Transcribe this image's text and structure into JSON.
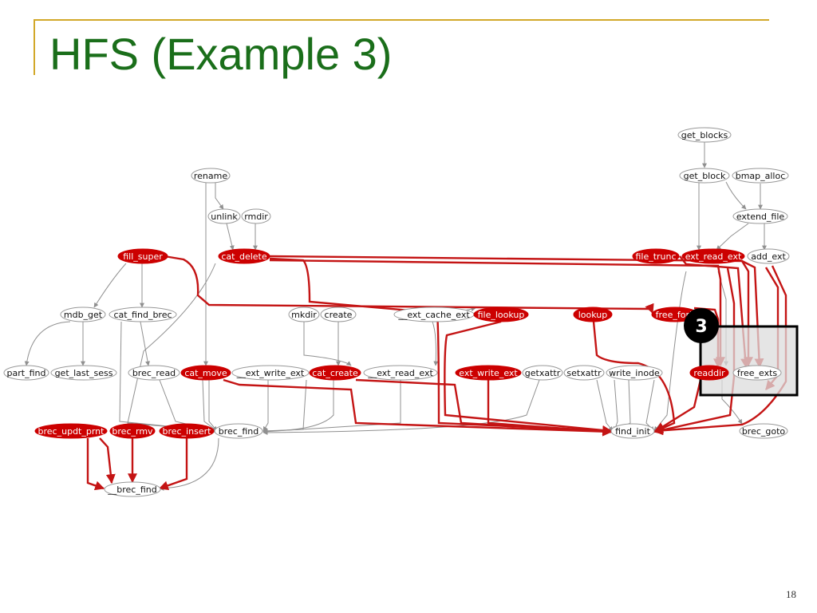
{
  "slide": {
    "title": "HFS (Example 3)",
    "page_number": "18"
  },
  "callout": {
    "label": "3"
  },
  "colors": {
    "highlight": "#cc0000",
    "title": "#1a6e1a",
    "accent_line": "#d2a829"
  },
  "nodes": {
    "get_blocks": "get_blocks",
    "get_block": "get_block",
    "bmap_alloc": "bmap_alloc",
    "extend_file": "extend_file",
    "rename": "rename",
    "unlink": "unlink",
    "rmdir": "rmdir",
    "fill_super": "fill_super",
    "cat_delete": "cat_delete",
    "file_trunc": "file_trunc",
    "ext_read_ext": "ext_read_ext",
    "add_ext": "add_ext",
    "mdb_get": "mdb_get",
    "cat_find_brec": "cat_find_brec",
    "mkdir": "mkdir",
    "create": "create",
    "ext_cache_ext": "__ext_cache_ext",
    "file_lookup": "file_lookup",
    "lookup": "lookup",
    "free_fork": "free_fork",
    "part_find": "part_find",
    "get_last_sess": "get_last_sess",
    "brec_read": "brec_read",
    "cat_move": "cat_move",
    "ext_write_ext": "__ext_write_ext",
    "cat_create": "cat_create",
    "ext_read_ext_u": "__ext_read_ext",
    "ext_write_ext_r": "ext_write_ext",
    "getxattr": "getxattr",
    "setxattr": "setxattr",
    "write_inode": "write_inode",
    "readdir": "readdir",
    "free_exts": "free_exts",
    "brec_updt_prnt": "brec_updt_prnt",
    "brec_rmv": "brec_rmv",
    "brec_insert": "brec_insert",
    "brec_find": "brec_find",
    "find_init": "find_init",
    "brec_goto": "brec_goto",
    "brec_find_u": "__brec_find"
  }
}
